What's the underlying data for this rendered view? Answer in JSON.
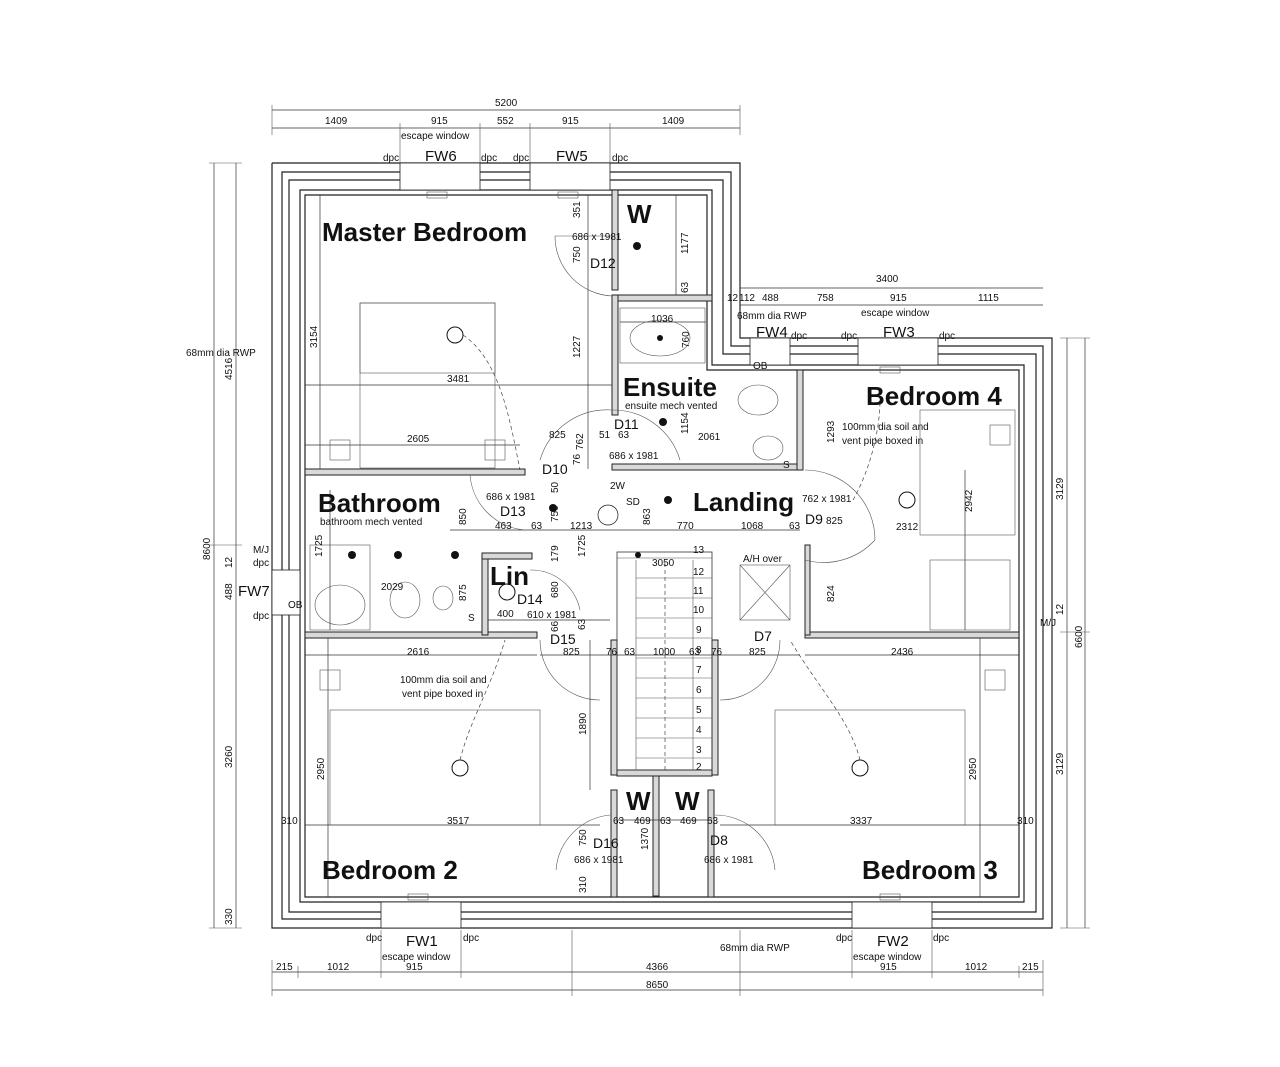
{
  "rooms": {
    "master": "Master Bedroom",
    "ensuite": "Ensuite",
    "ensuite_note": "ensuite mech vented",
    "bedroom4": "Bedroom 4",
    "bathroom": "Bathroom",
    "bathroom_note": "bathroom mech vented",
    "landing": "Landing",
    "lin": "Lin",
    "bedroom2": "Bedroom 2",
    "bedroom3": "Bedroom 3",
    "wardrobe_top": "W",
    "wardrobe_left": "W",
    "wardrobe_right": "W"
  },
  "windows": {
    "fw6": "FW6",
    "fw5": "FW5",
    "fw4": "FW4",
    "fw3": "FW3",
    "fw7": "FW7",
    "fw1": "FW1",
    "fw2": "FW2",
    "escape": "escape window",
    "dpc": "dpc"
  },
  "doors": {
    "d7": "D7",
    "d8": "D8",
    "d9": "D9",
    "d10": "D10",
    "d11": "D11",
    "d12": "D12",
    "d13": "D13",
    "d14": "D14",
    "d15": "D15",
    "d16": "D16",
    "s686": "686 x 1981",
    "s762": "762 x 1981",
    "s610": "610 x 1981"
  },
  "notes": {
    "rwp": "68mm dia RWP",
    "soil": "100mm dia soil and",
    "soil2": "vent pipe boxed in",
    "ob": "OB",
    "mj": "M/J",
    "ah": "A/H over",
    "sd": "SD",
    "tw": "2W",
    "s": "S"
  },
  "dims": {
    "top_total": "5200",
    "top": [
      "1409",
      "915",
      "552",
      "915",
      "1409"
    ],
    "right_top_total": "3400",
    "right_top": [
      "12",
      "112",
      "488",
      "758",
      "915",
      "1115"
    ],
    "bottom": [
      "215",
      "1012",
      "915",
      "4366",
      "915",
      "1012",
      "215"
    ],
    "bottom_total": "8650",
    "left": [
      "4516",
      "8600",
      "12",
      "488",
      "330"
    ],
    "right": [
      "3129",
      "6600",
      "12",
      "3129"
    ],
    "inner": {
      "d3154": "3154",
      "d3481": "3481",
      "d2605": "2605",
      "d351": "351",
      "d750a": "750",
      "d1227": "1227",
      "d1177": "1177",
      "d63a": "63",
      "d1036": "1036",
      "d760": "760",
      "d1154": "1154",
      "d2061": "2061",
      "d1293": "1293",
      "d825a": "825",
      "d762": "762",
      "d51": "51",
      "d63b": "63",
      "d76a": "76",
      "d50": "50",
      "d750b": "750",
      "d850": "850",
      "d463": "463",
      "d63c": "63",
      "d1213": "1213",
      "d863": "863",
      "d770": "770",
      "d1068": "1068",
      "d63d": "63",
      "d825b": "825",
      "d2312": "2312",
      "d2942": "2942",
      "d1725a": "1725",
      "d2029": "2029",
      "d875": "875",
      "d179": "179",
      "d680": "680",
      "d1725b": "1725",
      "d3050": "3050",
      "d400": "400",
      "d66": "66",
      "d63e": "63",
      "d824": "824",
      "d2616": "2616",
      "d825c": "825",
      "d76b": "76",
      "d63f": "63",
      "d1000": "1000",
      "d63g": "63",
      "d76c": "76",
      "d825d": "825",
      "d2436": "2436",
      "d3260": "3260",
      "d1890": "1890",
      "d2950a": "2950",
      "d2950b": "2950",
      "d310a": "310",
      "d3517": "3517",
      "d3337": "3337",
      "d310b": "310",
      "d63h": "63",
      "d469a": "469",
      "d63i": "63",
      "d469b": "469",
      "d63j": "63",
      "d750c": "750",
      "d1370": "1370",
      "d310c": "310"
    },
    "steps": [
      "13",
      "12",
      "11",
      "10",
      "9",
      "8",
      "7",
      "6",
      "5",
      "4",
      "3",
      "2"
    ]
  }
}
